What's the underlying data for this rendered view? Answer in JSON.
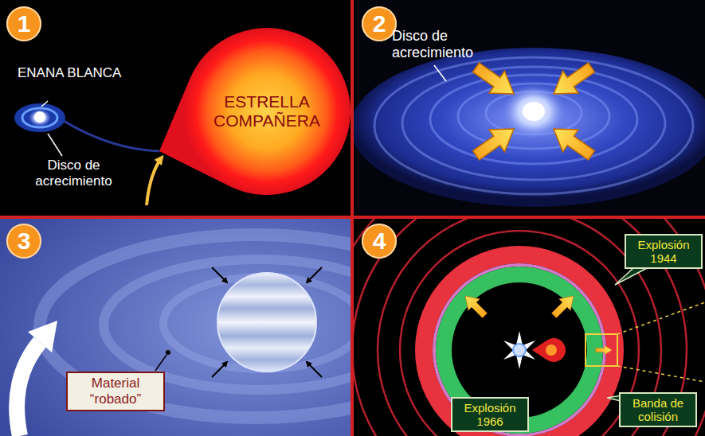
{
  "diagram": {
    "nodes": [
      {
        "text": [
          "1"
        ]
      },
      {
        "text": [
          "ESTRELLA COMPAÑERA"
        ]
      },
      {
        "text": [
          "2"
        ]
      },
      {
        "text": [
          "3"
        ]
      },
      {
        "text": [
          "Material “robado”"
        ]
      },
      {
        "text": [
          "4"
        ]
      },
      {
        "text": [
          "Explosión 1944"
        ]
      },
      {
        "text": [
          "Explosión 1966"
        ]
      },
      {
        "text": [
          "Banda de colisión"
        ]
      }
    ],
    "labels": [
      "ENANA BLANCA",
      "Disco de acrecimiento",
      "Disco de acrecimiento"
    ]
  }
}
